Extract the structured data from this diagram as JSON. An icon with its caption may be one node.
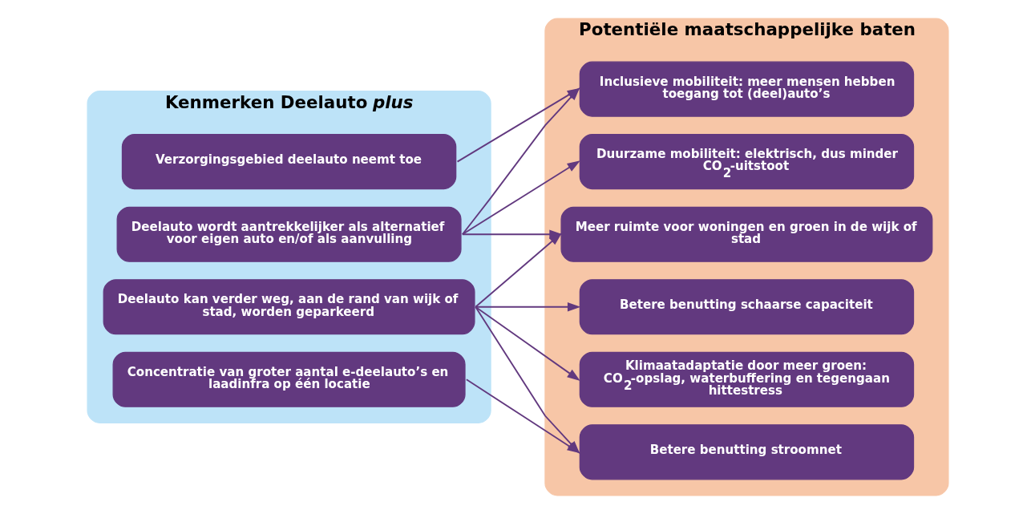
{
  "diagram": {
    "nodes": [
      {
        "text": [
          "Kenmerken Deelauto *plus*"
        ]
      },
      {
        "text": [
          "Verzorgingsgebied deelauto neemt toe"
        ],
        "in": 0
      },
      {
        "text": [
          "Deelauto wordt aantrekkelijker als alternatief voor eigen auto en/of als aanvulling"
        ],
        "in": 0
      },
      {
        "text": [
          "Deelauto kan verder weg, aan de rand van wijk of stad, worden geparkeerd"
        ],
        "in": 0
      },
      {
        "text": [
          "Concentratie van groter aantal e-deelauto’s en laadinfra op één locatie"
        ],
        "in": 0
      },
      {
        "text": [
          "Potentiële maatschappelijke baten"
        ]
      },
      {
        "text": [
          "Inclusieve mobiliteit: meer mensen hebben toegang tot (deel)auto’s"
        ],
        "in": 5
      },
      {
        "text": [
          "Duurzame mobiliteit: elektrisch, dus minder CO$_{2}$-uitstoot"
        ],
        "in": 5
      },
      {
        "text": [
          "Meer ruimte voor woningen en groen in de wijk of stad"
        ],
        "in": 5
      },
      {
        "text": [
          "Betere benutting schaarse capaciteit"
        ],
        "in": 5
      },
      {
        "text": [
          "Klimaatadaptatie door meer groen: CO$_{2}$-opslag, waterbuffering en tegengaan hittestress"
        ],
        "in": 5
      },
      {
        "text": [
          "Betere benutting stroomnet"
        ],
        "in": 5
      }
    ],
    "edges": [
      {
        "from": 1,
        "to": 6,
        "arrow": "to"
      },
      {
        "from": 2,
        "to": 6,
        "arrow": "to"
      },
      {
        "from": 2,
        "to": 7,
        "arrow": "to"
      },
      {
        "from": 2,
        "to": 8,
        "arrow": "to"
      },
      {
        "from": 3,
        "to": 8,
        "arrow": "to"
      },
      {
        "from": 3,
        "to": 9,
        "arrow": "to"
      },
      {
        "from": 3,
        "to": 10,
        "arrow": "to"
      },
      {
        "from": 3,
        "to": 11,
        "arrow": "to"
      },
      {
        "from": 4,
        "to": 11,
        "arrow": "to"
      }
    ]
  }
}
